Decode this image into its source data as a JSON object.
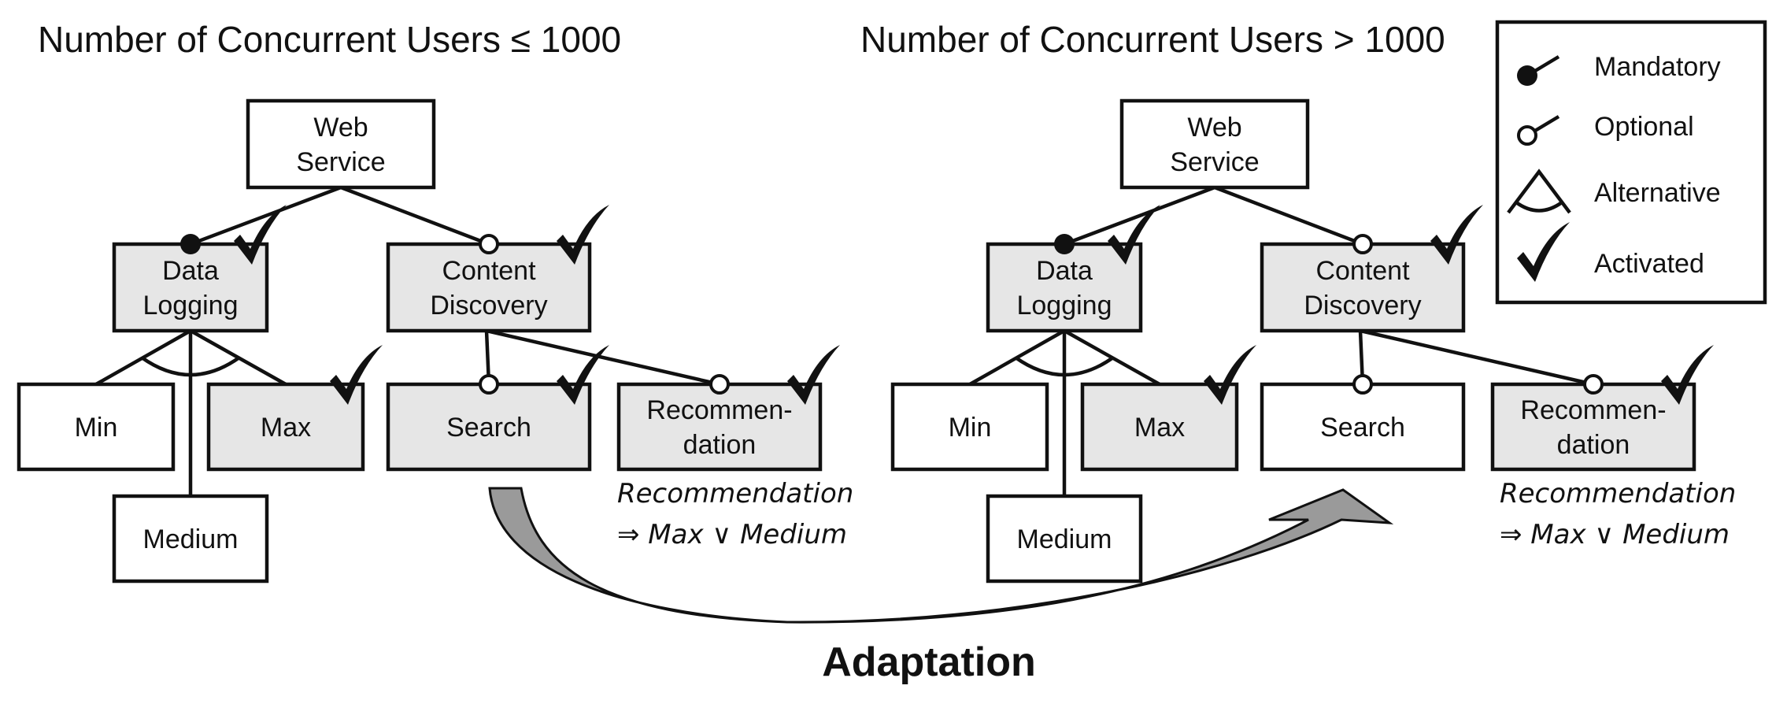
{
  "colors": {
    "line": "#111111",
    "activated_fill": "#e6e6e6",
    "plain_fill": "#ffffff",
    "arrow_fill": "#9a9a9a"
  },
  "left": {
    "title": "Number of Concurrent Users ≤ 1000",
    "nodes": {
      "web": [
        "Web",
        "Service"
      ],
      "data": [
        "Data",
        "Logging"
      ],
      "content": [
        "Content",
        "Discovery"
      ],
      "min": [
        "Min"
      ],
      "max": [
        "Max"
      ],
      "medium": [
        "Medium"
      ],
      "search": [
        "Search"
      ],
      "rec": [
        "Recommen-",
        "dation"
      ]
    },
    "activated": [
      "data",
      "content",
      "max",
      "search",
      "rec"
    ],
    "constraint": [
      "Recommendation",
      "⇒ Max ∨ Medium"
    ]
  },
  "right": {
    "title": "Number of Concurrent Users > 1000",
    "nodes": {
      "web": [
        "Web",
        "Service"
      ],
      "data": [
        "Data",
        "Logging"
      ],
      "content": [
        "Content",
        "Discovery"
      ],
      "min": [
        "Min"
      ],
      "max": [
        "Max"
      ],
      "medium": [
        "Medium"
      ],
      "search": [
        "Search"
      ],
      "rec": [
        "Recommen-",
        "dation"
      ]
    },
    "activated": [
      "data",
      "content",
      "max",
      "rec"
    ],
    "constraint": [
      "Recommendation",
      "⇒ Max ∨ Medium"
    ]
  },
  "legend": {
    "items": [
      {
        "icon": "mandatory-icon",
        "label": "Mandatory"
      },
      {
        "icon": "optional-icon",
        "label": "Optional"
      },
      {
        "icon": "alternative-icon",
        "label": "Alternative"
      },
      {
        "icon": "activated-check-icon",
        "label": "Activated"
      }
    ]
  },
  "adaptation_label": "Adaptation"
}
